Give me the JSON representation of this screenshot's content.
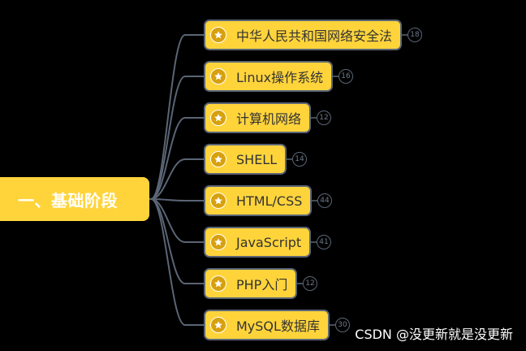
{
  "root": {
    "label": "一、基础阶段"
  },
  "children": [
    {
      "label": "中华人民共和国网络安全法",
      "count": "18"
    },
    {
      "label": "Linux操作系统",
      "count": "16"
    },
    {
      "label": "计算机网络",
      "count": "12"
    },
    {
      "label": "SHELL",
      "count": "14"
    },
    {
      "label": "HTML/CSS",
      "count": "44"
    },
    {
      "label": "JavaScript",
      "count": "41"
    },
    {
      "label": "PHP入门",
      "count": "12"
    },
    {
      "label": "MySQL数据库",
      "count": "30"
    }
  ],
  "watermark": "CSDN @没更新就是没更新",
  "colors": {
    "background": "#000000",
    "node_fill": "#ffd43b",
    "node_border": "#5a6575",
    "link": "#5a6575",
    "icon_fill": "#d7a10e"
  },
  "icon": "star-icon"
}
